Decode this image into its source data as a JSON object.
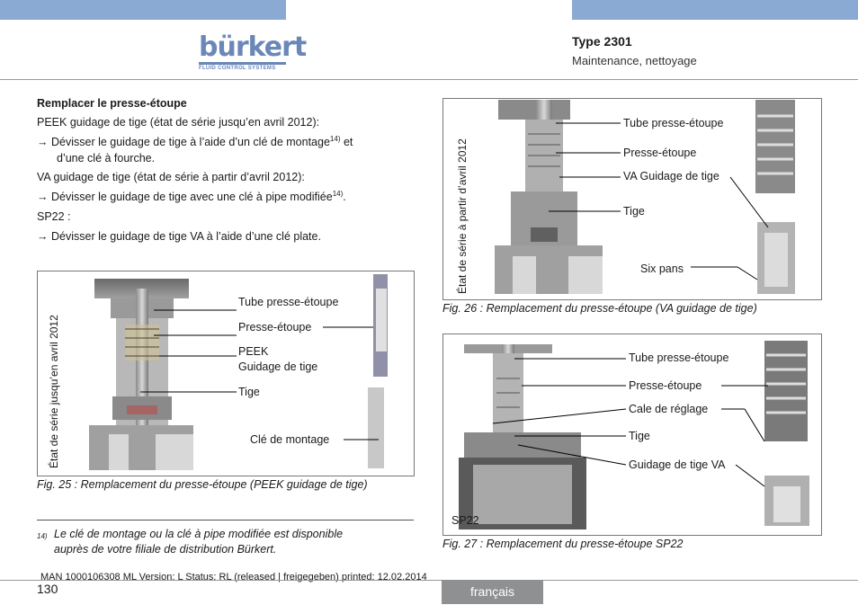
{
  "header": {
    "logo_text": "bürkert",
    "logo_subtitle": "FLUID CONTROL SYSTEMS",
    "type_label": "Type 2301",
    "section_label": "Maintenance, nettoyage",
    "accent_color": "#8aa9d3"
  },
  "body": {
    "heading": "Remplacer le presse-étoupe",
    "peek_line": "PEEK guidage de tige (état de série jusqu’en avril 2012):",
    "step1_a": "Dévisser le guidage de tige à l’aide d’un clé de montage",
    "step1_sup": "14)",
    "step1_b": " et",
    "step1_c": "d’une clé à fourche.",
    "va_line": "VA guidage de tige (état de série à partir d’avril 2012):",
    "step2_a": "Dévisser le guidage de tige avec une clé à pipe modifiée",
    "step2_sup": "14)",
    "step2_b": ".",
    "sp22_line": "SP22 :",
    "step3": "Dévisser le guidage de tige VA à l’aide d’une clé plate.",
    "arrow": "→"
  },
  "fig25": {
    "side_text": "État de série jusqu’en avril 2012",
    "labels": {
      "tube": "Tube presse-étoupe",
      "presse": "Presse-étoupe",
      "peek": "PEEK",
      "guidage": "Guidage de tige",
      "tige": "Tige",
      "cle": "Clé de montage"
    },
    "caption": "Fig. 25 :  Remplacement du presse-étoupe (PEEK guidage de tige)"
  },
  "fig26": {
    "side_text": "État de série à partir d’avril 2012",
    "labels": {
      "tube": "Tube presse-étoupe",
      "presse": "Presse-étoupe",
      "va": "VA Guidage de tige",
      "tige": "Tige",
      "six": "Six pans"
    },
    "caption": "Fig. 26 :  Remplacement du presse-étoupe (VA guidage de tige)"
  },
  "fig27": {
    "labels": {
      "tube": "Tube presse-étoupe",
      "presse": "Presse-étoupe",
      "cale": "Cale de réglage",
      "tige": "Tige",
      "guidage": "Guidage de tige VA",
      "sp22": "SP22"
    },
    "caption": "Fig. 27 :  Remplacement du presse-étoupe SP22"
  },
  "footnote": {
    "marker": "14)",
    "line1": "Le clé de montage ou la clé à pipe modifiée est disponible",
    "line2": "auprès de votre filiale de distribution Bürkert."
  },
  "footer": {
    "doc_info": "MAN  1000106308  ML  Version: L Status: RL (released | freigegeben)  printed: 12.02.2014",
    "page_number": "130",
    "language": "français"
  }
}
